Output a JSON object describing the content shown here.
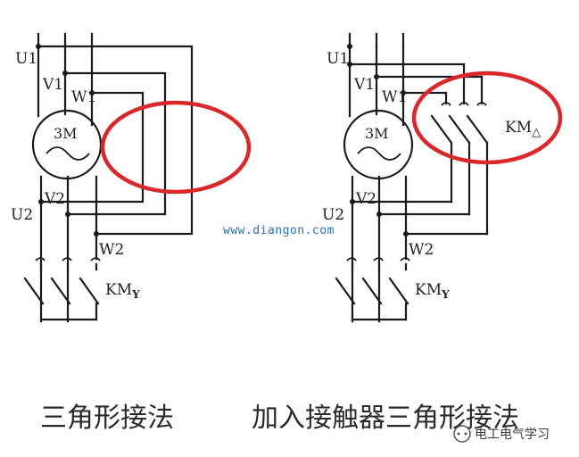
{
  "left": {
    "u1": "U1",
    "v1": "V1",
    "w1": "W1",
    "motor": "3M",
    "v2": "V2",
    "u2": "U2",
    "w2": "W2",
    "km_main": "KM",
    "km_sub": "Y"
  },
  "right": {
    "u1": "U1",
    "v1": "V1",
    "w1": "W1",
    "motor": "3M",
    "v2": "V2",
    "u2": "U2",
    "w2": "W2",
    "km_delta_main": "KM",
    "km_delta_sub": "△",
    "km_main": "KM",
    "km_sub": "Y"
  },
  "watermark": "www.diangon.com",
  "captions": {
    "left": "三角形接法",
    "right": "加入接触器三角形接法"
  },
  "brand": "电工电气学习",
  "colors": {
    "highlight": "#d8282c",
    "wire": "#1a1a1a",
    "watermark": "#2a6fb0"
  }
}
